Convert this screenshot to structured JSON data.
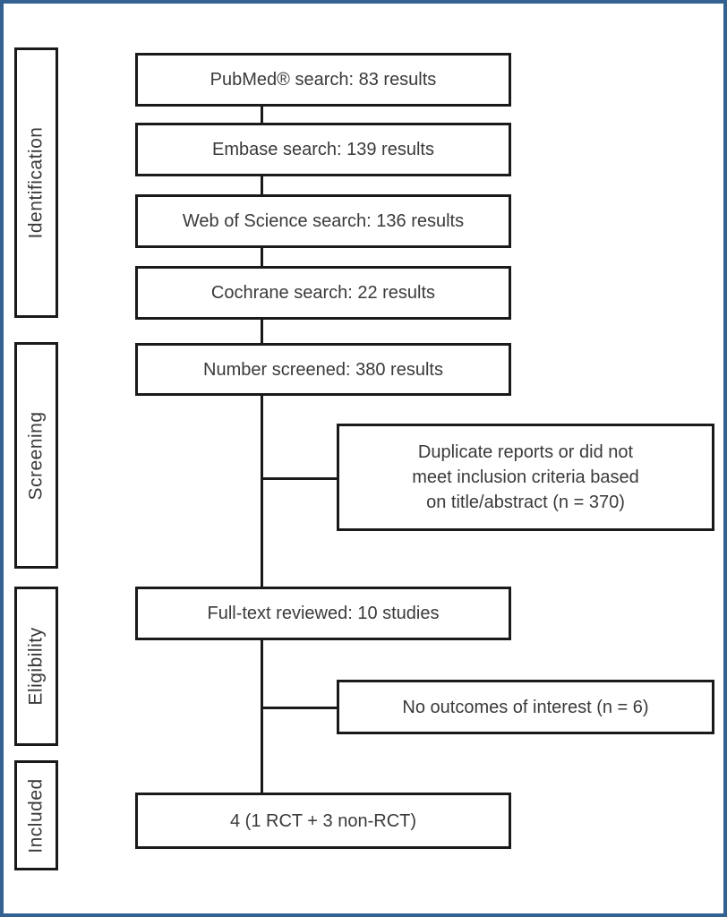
{
  "diagram": {
    "type": "prisma-flow",
    "stages": [
      {
        "label": "Identification"
      },
      {
        "label": "Screening"
      },
      {
        "label": "Eligibility"
      },
      {
        "label": "Included"
      }
    ],
    "flow_boxes": [
      {
        "id": "pubmed-search",
        "text": "PubMed® search: 83 results"
      },
      {
        "id": "embase-search",
        "text": "Embase search: 139 results"
      },
      {
        "id": "web-of-science-search",
        "text": "Web of Science search: 136 results"
      },
      {
        "id": "cochrane-search",
        "text": "Cochrane search: 22 results"
      },
      {
        "id": "number-screened",
        "text": "Number screened: 380 results"
      },
      {
        "id": "full-text-reviewed",
        "text": "Full-text reviewed: 10 studies"
      },
      {
        "id": "included-studies",
        "text": "4 (1 RCT + 3 non-RCT)"
      }
    ],
    "exclusion_boxes": [
      {
        "id": "excluded-screening",
        "text": "Duplicate reports or did not\nmeet inclusion criteria based\non title/abstract (n = 370)"
      },
      {
        "id": "excluded-eligibility",
        "text": "No outcomes of interest (n = 6)"
      }
    ],
    "colors": {
      "frame_border": "#336191",
      "box_border": "#1a1a1a",
      "text": "#3a3a3a",
      "background": "#ffffff"
    }
  }
}
